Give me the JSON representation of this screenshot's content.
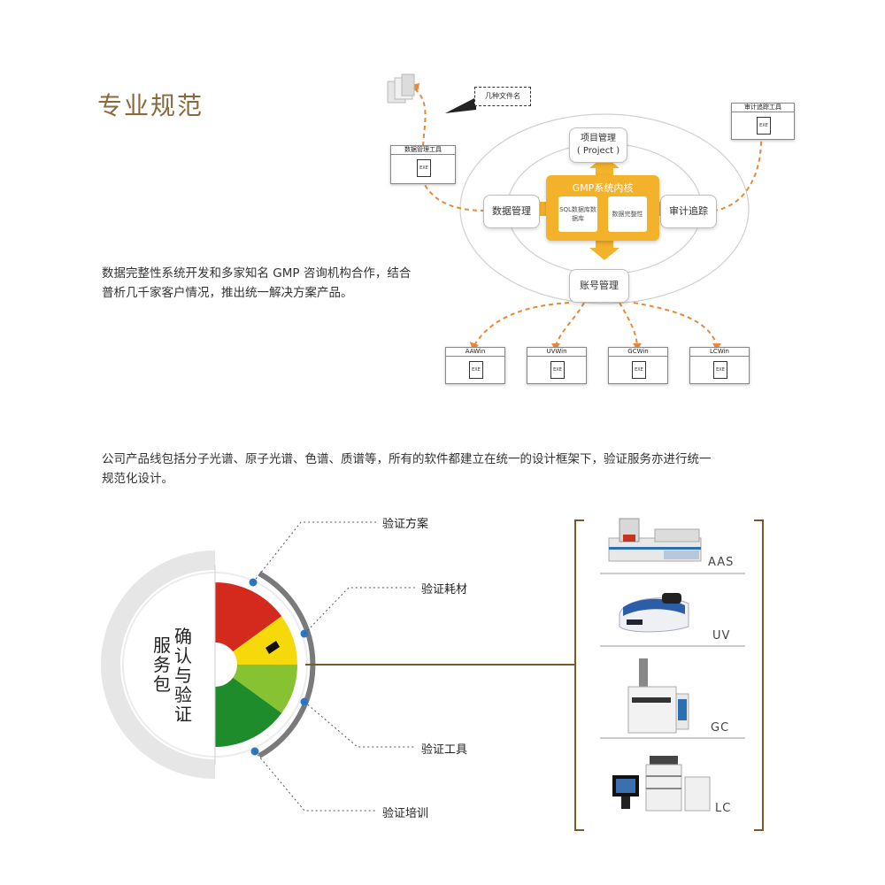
{
  "heading": "专业规范",
  "intro_lines": [
    "数据完整性系统开发和多家知名 GMP 咨询机构合作，结合",
    "普析几千家客户情况，推出统一解决方案产品。"
  ],
  "diagram": {
    "core_title": "GMP系统内核",
    "core_sub_left": "SQL数据库数据库",
    "core_sub_right": "数据完整性",
    "project": "项目管理\n( Project )",
    "data_mgmt": "数据管理",
    "audit": "审计追踪",
    "account": "账号管理",
    "top_left_window": "数据管理工具",
    "top_right_window": "审计追踪工具",
    "callout": "几种文件名",
    "exe_label": "EXE",
    "apps": [
      "AAWin",
      "UVWin",
      "GCWin",
      "LCWin"
    ]
  },
  "product_text_lines": [
    "公司产品线包括分子光谱、原子光谱、色谱、质谱等，所有的软件都建立在统一的设计框架下，验证服务亦进行统一",
    "规范化设计。"
  ],
  "service_package": {
    "title_col1": "确认与验证",
    "title_col2": "服务包",
    "items": [
      "验证方案",
      "验证耗材",
      "验证工具",
      "验证培训"
    ],
    "colors": {
      "red": "#d42a1e",
      "yellow": "#f5d90a",
      "light_green": "#86c232",
      "dark_green": "#1f8c2c",
      "dot": "#2b78c2"
    }
  },
  "instruments": [
    "AAS",
    "UV",
    "GC",
    "LC"
  ],
  "colors": {
    "accent_orange": "#f4b12a",
    "dash_orange": "#e8893a",
    "bracket": "#8a6a3c"
  }
}
